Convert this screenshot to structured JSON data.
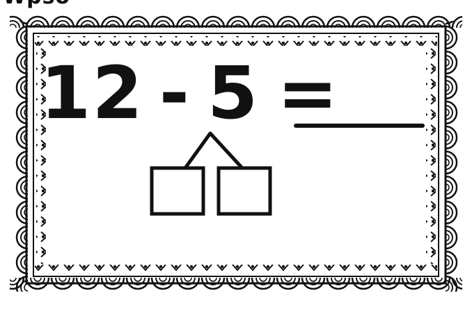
{
  "header": {
    "cropped_text": "Wpso"
  },
  "problem": {
    "number_1": "12",
    "operator": "-",
    "number_2": "5",
    "equals": "=",
    "answer_blank": ""
  },
  "number_bond": {
    "boxes": [
      "",
      ""
    ]
  },
  "border": {
    "style": "scalloped-frame",
    "color": "#111111"
  }
}
